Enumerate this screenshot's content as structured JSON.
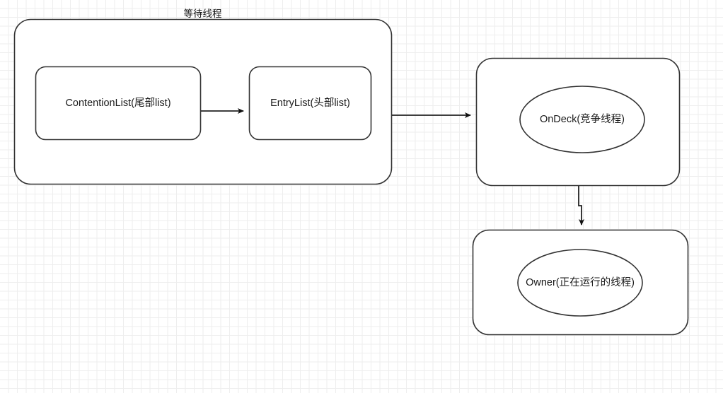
{
  "diagram": {
    "title": "等待线程",
    "background": "#ffffff",
    "grid_color": "#e2e2e2",
    "stroke_color": "#333333",
    "text_color": "#1a1a1a",
    "nodes": [
      {
        "id": "waiting-group",
        "kind": "rounded-rect",
        "label": "等待线程",
        "label_position": "above"
      },
      {
        "id": "contention-list",
        "kind": "rounded-rect",
        "label": "ContentionList(尾部list)"
      },
      {
        "id": "entry-list",
        "kind": "rounded-rect",
        "label": "EntryList(头部list)"
      },
      {
        "id": "ondeck",
        "kind": "rounded-rect-with-ellipse",
        "label": "OnDeck(竞争线程)"
      },
      {
        "id": "owner",
        "kind": "rounded-rect-with-ellipse",
        "label": "Owner(正在运行的线程)"
      }
    ],
    "edges": [
      {
        "id": "contention-to-entry",
        "from": "contention-list",
        "to": "entry-list",
        "label": ""
      },
      {
        "id": "waiting-to-ondeck",
        "from": "waiting-group",
        "to": "ondeck",
        "label": ""
      },
      {
        "id": "ondeck-to-owner",
        "from": "ondeck",
        "to": "owner",
        "label": ""
      }
    ]
  }
}
